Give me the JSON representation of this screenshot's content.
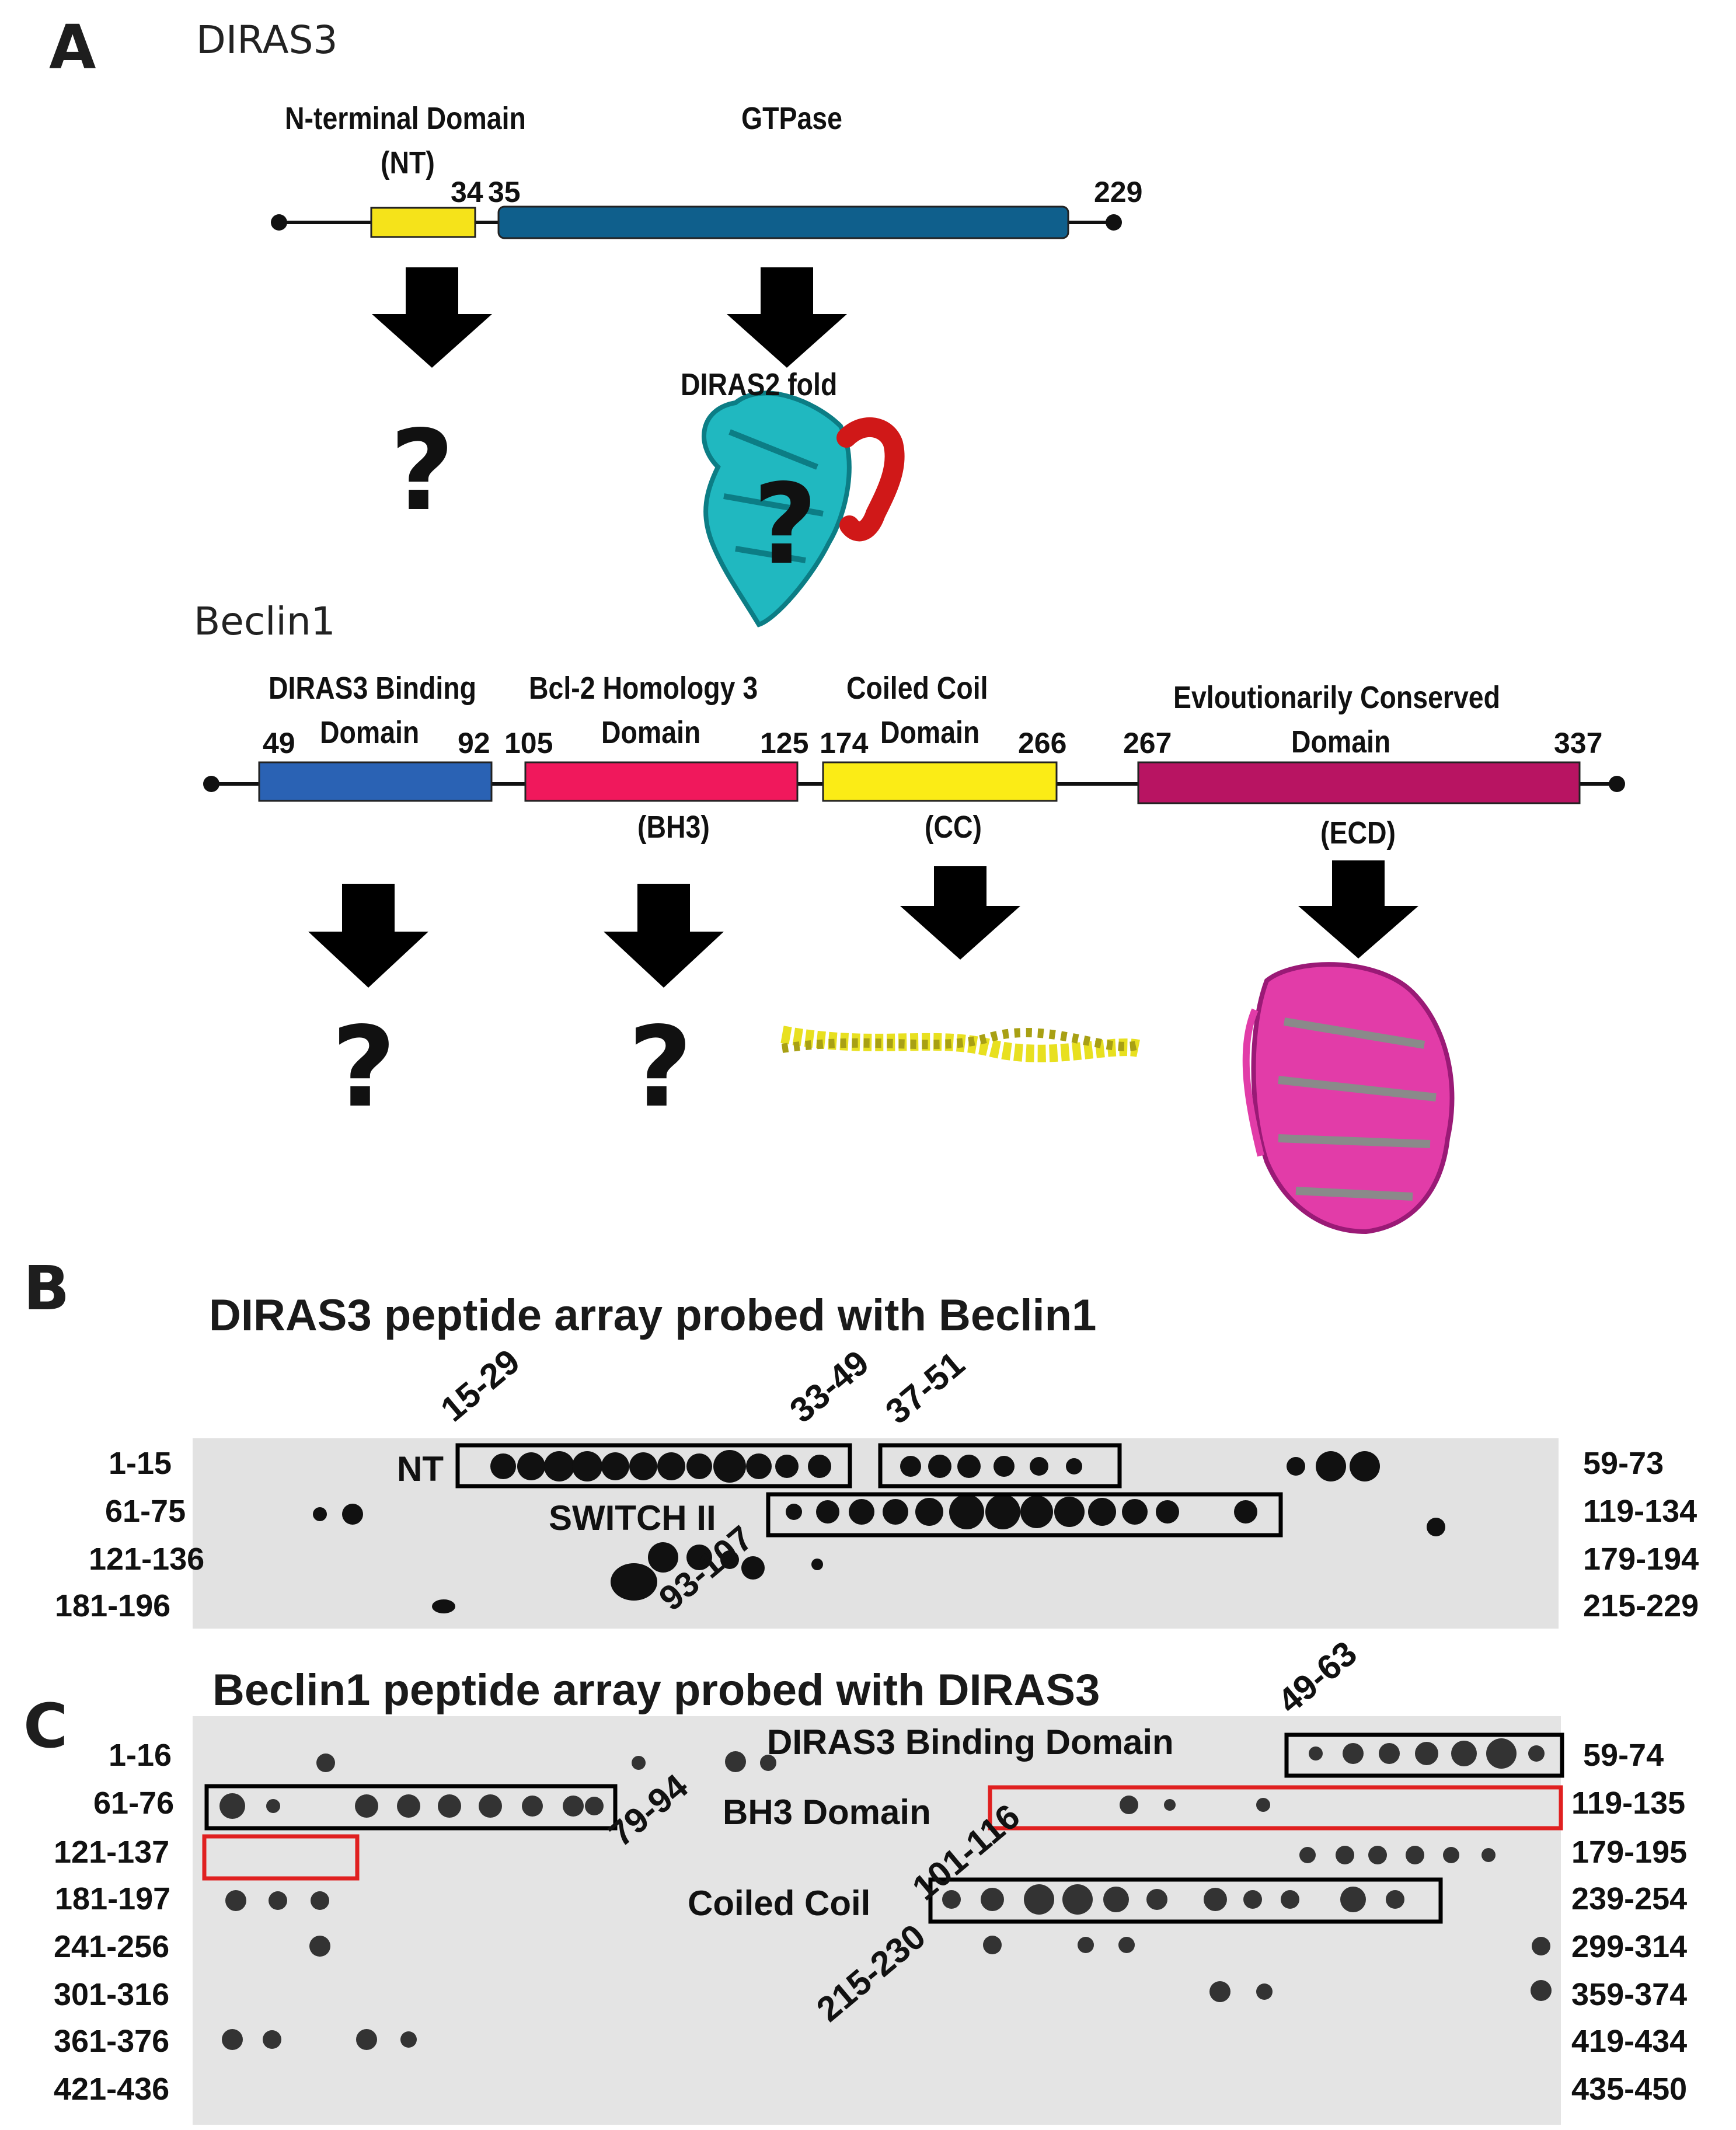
{
  "panelA": {
    "letter": "A",
    "diras3": {
      "name": "DIRAS3",
      "nt_label_1": "N-terminal Domain",
      "nt_label_2": "(NT)",
      "gtpase_label": "GTPase",
      "n34": "34",
      "n35": "35",
      "n229": "229",
      "fold_label": "DIRAS2 fold",
      "q1": "?",
      "q2": "?",
      "colors": {
        "nt": "#f5e31a",
        "gtpase": "#0f5f8c",
        "fold": "#20b8c0",
        "helix": "#d01818"
      }
    },
    "beclin1": {
      "name": "Beclin1",
      "bd_label_1": "DIRAS3 Binding",
      "bd_label_2": "Domain",
      "bh3_label_1": "Bcl-2 Homology 3",
      "bh3_label_2": "Domain",
      "bh3_abbr": "(BH3)",
      "cc_label_1": "Coiled Coil",
      "cc_label_2": "Domain",
      "cc_abbr": "(CC)",
      "ecd_label_1": "Evloutionarily Conserved",
      "ecd_label_2": "Domain",
      "ecd_abbr": "(ECD)",
      "n49": "49",
      "n92": "92",
      "n105": "105",
      "n125": "125",
      "n174": "174",
      "n266": "266",
      "n267": "267",
      "n337": "337",
      "q1": "?",
      "q2": "?",
      "colors": {
        "bd": "#2a62b4",
        "bh3": "#f0185c",
        "cc": "#fbec16",
        "ecd": "#b81462",
        "ecd_fold": "#e23ca8",
        "cc_fold": "#e8e020"
      }
    }
  },
  "panelB": {
    "letter": "B",
    "title": "DIRAS3 peptide array probed with Beclin1",
    "left_rows": [
      "1-15",
      "61-75",
      "121-136",
      "181-196"
    ],
    "right_rows": [
      "59-73",
      "119-134",
      "179-194",
      "215-229"
    ],
    "tilt_labels": [
      "15-29",
      "33-49",
      "37-51",
      "93-107"
    ],
    "nt": "NT",
    "switch": "SWITCH II"
  },
  "panelC": {
    "letter": "C",
    "title": "Beclin1 peptide array probed with DIRAS3",
    "left_rows": [
      "1-16",
      "61-76",
      "121-137",
      "181-197",
      "241-256",
      "301-316",
      "361-376",
      "421-436"
    ],
    "right_rows": [
      "59-74",
      "119-135",
      "179-195",
      "239-254",
      "299-314",
      "359-374",
      "419-434",
      "435-450"
    ],
    "tilt_labels": [
      "49-63",
      "79-94",
      "101-116",
      "215-230"
    ],
    "binding": "DIRAS3 Binding Domain",
    "bh3": "BH3 Domain",
    "cc": "Coiled Coil"
  }
}
